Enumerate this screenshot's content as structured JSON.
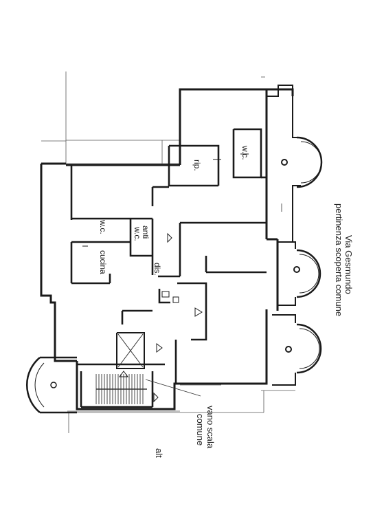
{
  "labels": {
    "street": "Via Gesmundo",
    "pertinenza": "pertinenza scoperta comune",
    "wc_top": "w.c.",
    "rip": "rip.",
    "wc": "w.c.",
    "anti": "anti",
    "anti_wc": "w.c.",
    "cucina": "cucina",
    "dis": "dis.",
    "vano_scala": "vano scala",
    "comune": "comune",
    "alt": "alt"
  }
}
